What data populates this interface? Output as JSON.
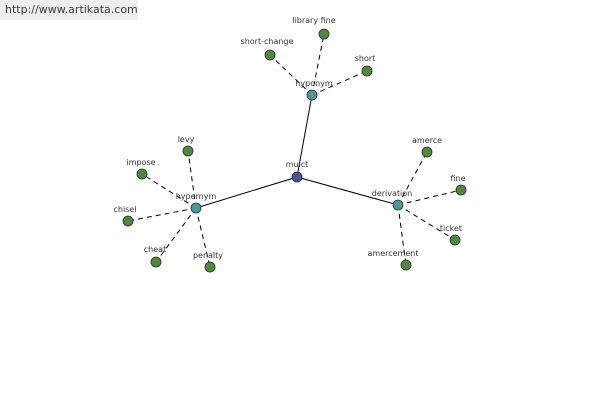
{
  "watermark": {
    "text": "http://www.artikata.com"
  },
  "colors": {
    "root_node": "#4a55a0",
    "relation_node": "#4a9a9a",
    "leaf_node": "#4d8a3c",
    "edge": "#000000"
  },
  "graph": {
    "root": {
      "label": "mulct"
    },
    "relations": [
      {
        "label": "hyponym",
        "leaves": [
          "library fine",
          "short-change",
          "short"
        ]
      },
      {
        "label": "derivation",
        "leaves": [
          "amerce",
          "fine",
          "ticket",
          "amercement"
        ]
      },
      {
        "label": "hypernym",
        "leaves": [
          "levy",
          "impose",
          "chisel",
          "cheat",
          "penalty"
        ]
      }
    ]
  }
}
